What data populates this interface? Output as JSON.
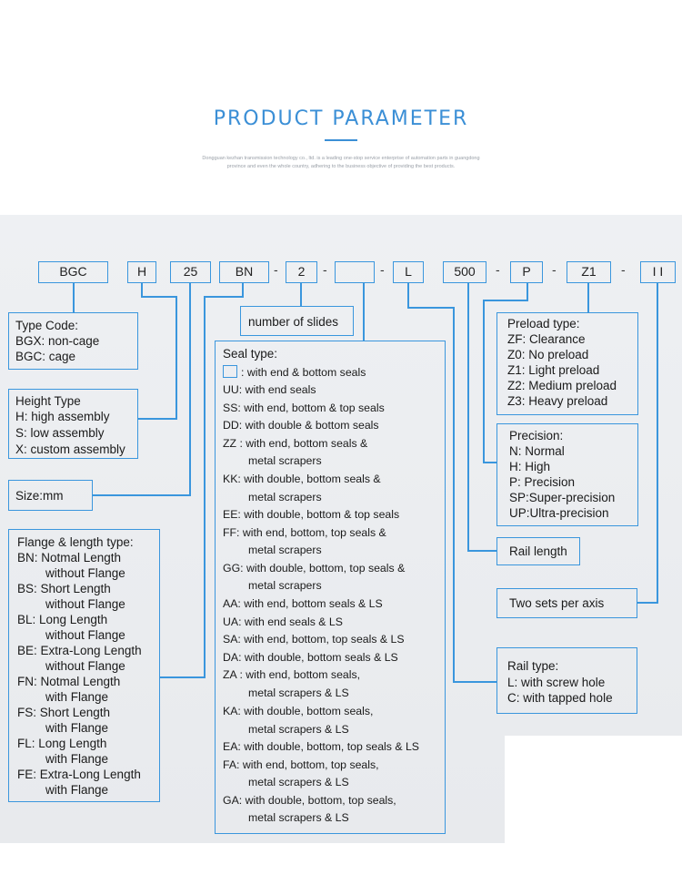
{
  "header": {
    "title": "PRODUCT PARAMETER",
    "subtitle_1": "Dongguan kezhan transmission technology co., ltd. is a leading one-stop service enterprise of automation parts in guangdong",
    "subtitle_2": "province and even the whole country, adhering to the business objective of providing the best products."
  },
  "code_parts": [
    "BGC",
    "H",
    "25",
    "BN",
    "2",
    "",
    "L",
    "500",
    "P",
    "Z1",
    "I I"
  ],
  "dash": "-",
  "number_of_slides": "number of slides",
  "type_code": {
    "title": "Type Code:",
    "lines": [
      "BGX: non-cage",
      "BGC: cage"
    ]
  },
  "height_type": {
    "title": "Height Type",
    "lines": [
      "H: high assembly",
      "S: low assembly",
      "X: custom assembly"
    ]
  },
  "size": "Size:mm",
  "flange": {
    "title": "Flange & length type:",
    "lines": [
      "BN: Notmal Length",
      "without Flange",
      "BS: Short Length",
      "without Flange",
      "BL:  Long Length",
      "without Flange",
      "BE: Extra-Long Length",
      "without Flange",
      "FN: Notmal Length",
      "with Flange",
      "FS: Short Length",
      "with Flange",
      "FL:  Long Length",
      "with Flange",
      "FE: Extra-Long Length",
      "with Flange"
    ]
  },
  "seal": {
    "title": "Seal type:",
    "lines": [
      ": with end & bottom seals",
      "UU: with end seals",
      "SS: with end, bottom & top seals",
      "DD: with double & bottom seals",
      "ZZ : with end, bottom seals &",
      "metal scrapers",
      "KK: with double, bottom seals &",
      "metal scrapers",
      "EE: with double, bottom & top seals",
      "FF:  with end, bottom, top seals &",
      "metal scrapers",
      "GG: with double, bottom, top seals &",
      "metal scrapers",
      "AA: with end, bottom seals & LS",
      "UA: with end seals & LS",
      "SA: with end, bottom, top seals & LS",
      "DA: with double, bottom seals & LS",
      "ZA : with end, bottom seals,",
      "metal scrapers & LS",
      "KA: with double, bottom seals,",
      "metal scrapers & LS",
      "EA: with double, bottom, top seals & LS",
      "FA: with end, bottom, top seals,",
      "metal scrapers & LS",
      "GA: with double, bottom, top seals,",
      "metal scrapers & LS"
    ]
  },
  "preload": {
    "title": "Preload type:",
    "lines": [
      "ZF: Clearance",
      "Z0: No preload",
      "Z1: Light preload",
      "Z2: Medium preload",
      "Z3: Heavy preload"
    ]
  },
  "precision": {
    "title": "Precision:",
    "lines": [
      "N:  Normal",
      "H:  High",
      "P:  Precision",
      "SP:Super-precision",
      "UP:Ultra-precision"
    ]
  },
  "rail_length": "Rail length",
  "two_sets": "Two sets per axis",
  "rail_type": {
    "title": "Rail type:",
    "lines": [
      "L: with screw hole",
      "C: with tapped hole"
    ]
  },
  "colors": {
    "accent": "#3a96dd",
    "title": "#3b8fd6",
    "panel": "#eceef1"
  }
}
